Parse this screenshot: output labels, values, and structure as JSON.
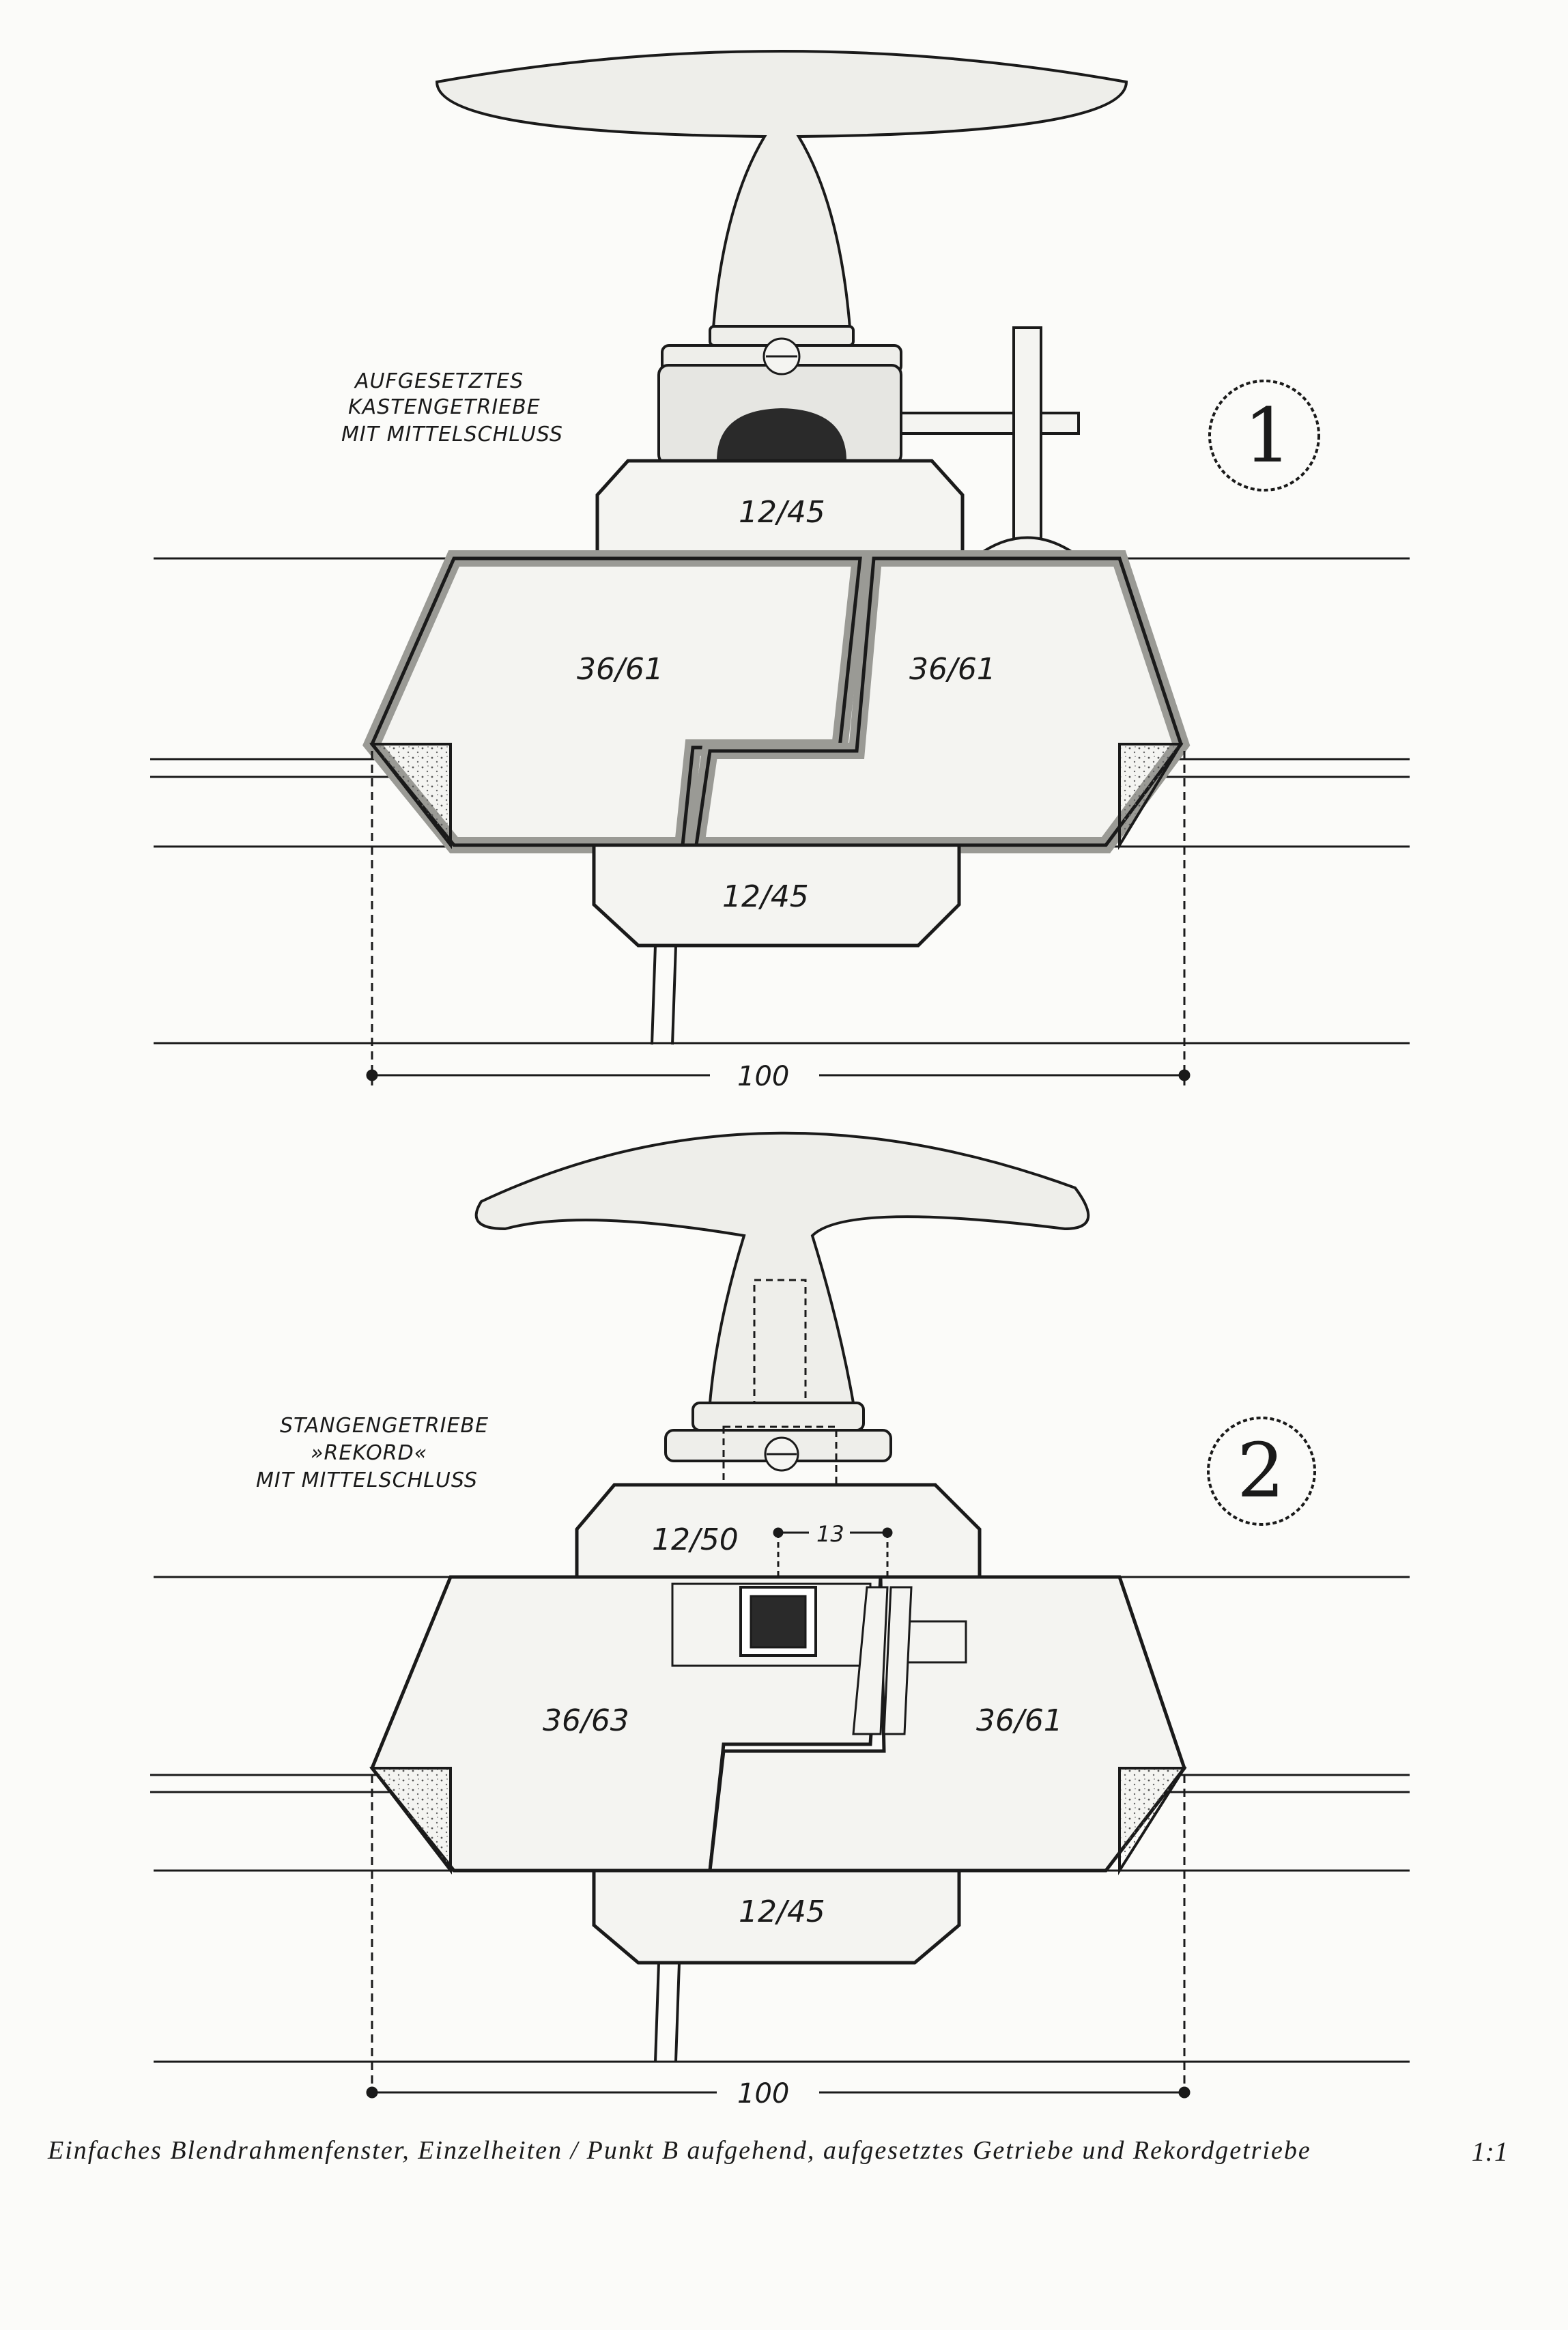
{
  "detail_1": {
    "number": "1",
    "note_lines": [
      "AUFGESETZTES",
      "KASTENGETRIEBE",
      "MIT MITTELSCHLUSS"
    ],
    "top_profile": "12/45",
    "left_frame": "36/61",
    "right_frame": "36/61",
    "bottom_profile": "12/45",
    "overall_dimension": "100"
  },
  "detail_2": {
    "number": "2",
    "note_lines": [
      "STANGENGETRIEBE",
      "»REKORD«",
      "MIT MITTELSCHLUSS"
    ],
    "top_profile": "12/50",
    "offset_dimension": "13",
    "left_frame": "36/63",
    "right_frame": "36/61",
    "bottom_profile": "12/45",
    "overall_dimension": "100"
  },
  "caption": "Einfaches Blendrahmenfenster, Einzelheiten / Punkt B aufgehend, aufgesetztes Getriebe und Rekordgetriebe",
  "scale": "1:1",
  "colors": {
    "ink": "#1a1a1a",
    "wood_fill": "#f4f4f1",
    "shading": "#bdbdb8",
    "solid": "#2a2a2a",
    "paper": "#fbfbf9"
  }
}
